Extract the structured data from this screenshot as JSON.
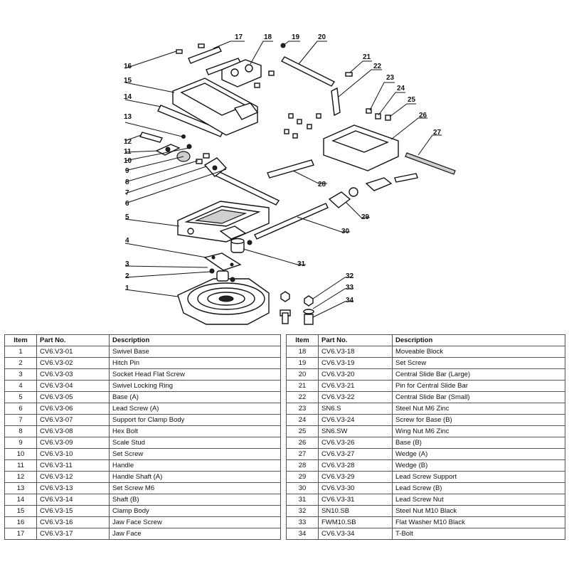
{
  "headers": {
    "item": "Item",
    "part_no": "Part No.",
    "description": "Description"
  },
  "parts": [
    {
      "item": "1",
      "part_no": "CV6.V3-01",
      "description": "Swivel Base"
    },
    {
      "item": "2",
      "part_no": "CV6.V3-02",
      "description": "Hitch Pin"
    },
    {
      "item": "3",
      "part_no": "CV6.V3-03",
      "description": "Socket Head Flat Screw"
    },
    {
      "item": "4",
      "part_no": "CV6.V3-04",
      "description": "Swivel Locking Ring"
    },
    {
      "item": "5",
      "part_no": "CV6.V3-05",
      "description": "Base (A)"
    },
    {
      "item": "6",
      "part_no": "CV6.V3-06",
      "description": "Lead Screw (A)"
    },
    {
      "item": "7",
      "part_no": "CV6.V3-07",
      "description": "Support for Clamp Body"
    },
    {
      "item": "8",
      "part_no": "CV6.V3-08",
      "description": "Hex Bolt"
    },
    {
      "item": "9",
      "part_no": "CV6.V3-09",
      "description": "Scale Stud"
    },
    {
      "item": "10",
      "part_no": "CV6.V3-10",
      "description": "Set Screw"
    },
    {
      "item": "11",
      "part_no": "CV6.V3-11",
      "description": "Handle"
    },
    {
      "item": "12",
      "part_no": "CV6.V3-12",
      "description": "Handle Shaft (A)"
    },
    {
      "item": "13",
      "part_no": "CV6.V3-13",
      "description": "Set Screw M6"
    },
    {
      "item": "14",
      "part_no": "CV6.V3-14",
      "description": "Shaft (B)"
    },
    {
      "item": "15",
      "part_no": "CV6.V3-15",
      "description": "Clamp Body"
    },
    {
      "item": "16",
      "part_no": "CV6.V3-16",
      "description": "Jaw Face Screw"
    },
    {
      "item": "17",
      "part_no": "CV6.V3-17",
      "description": "Jaw Face"
    },
    {
      "item": "18",
      "part_no": "CV6.V3-18",
      "description": "Moveable Block"
    },
    {
      "item": "19",
      "part_no": "CV6.V3-19",
      "description": "Set Screw"
    },
    {
      "item": "20",
      "part_no": "CV6.V3-20",
      "description": "Central Slide Bar (Large)"
    },
    {
      "item": "21",
      "part_no": "CV6.V3-21",
      "description": "Pin for Central Slide Bar"
    },
    {
      "item": "22",
      "part_no": "CV6.V3-22",
      "description": "Central Slide Bar (Small)"
    },
    {
      "item": "23",
      "part_no": "SN6.S",
      "description": "Steel Nut M6 Zinc"
    },
    {
      "item": "24",
      "part_no": "CV6.V3-24",
      "description": "Screw for Base (B)"
    },
    {
      "item": "25",
      "part_no": "SN6.SW",
      "description": "Wing Nut M6 Zinc"
    },
    {
      "item": "26",
      "part_no": "CV6.V3-26",
      "description": "Base (B)"
    },
    {
      "item": "27",
      "part_no": "CV6.V3-27",
      "description": "Wedge (A)"
    },
    {
      "item": "28",
      "part_no": "CV6.V3-28",
      "description": "Wedge (B)"
    },
    {
      "item": "29",
      "part_no": "CV6.V3-29",
      "description": "Lead Screw Support"
    },
    {
      "item": "30",
      "part_no": "CV6.V3-30",
      "description": "Lead Screw (B)"
    },
    {
      "item": "31",
      "part_no": "CV6.V3-31",
      "description": "Lead Screw Nut"
    },
    {
      "item": "32",
      "part_no": "SN10.SB",
      "description": "Steel Nut M10 Black"
    },
    {
      "item": "33",
      "part_no": "FWM10.SB",
      "description": "Flat Washer M10 Black"
    },
    {
      "item": "34",
      "part_no": "CV6.V3-34",
      "description": "T-Bolt"
    }
  ]
}
